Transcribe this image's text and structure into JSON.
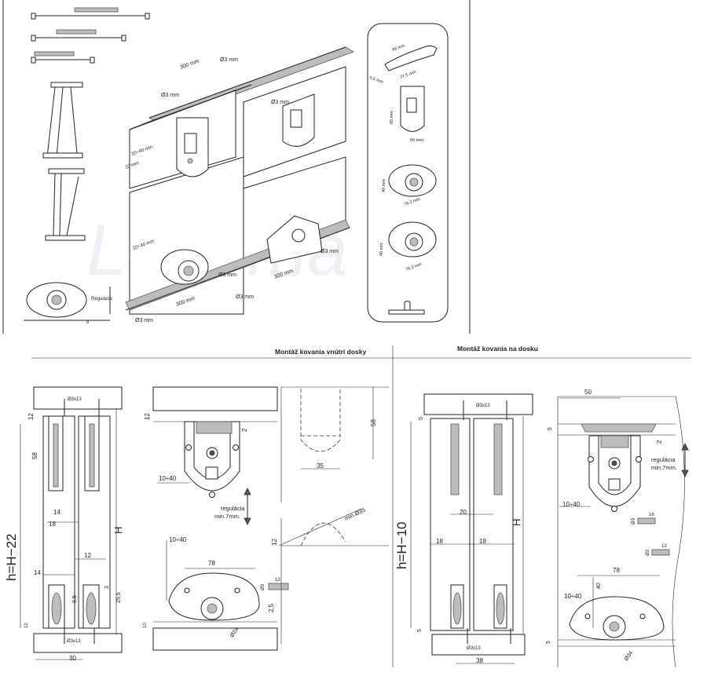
{
  "headings": {
    "inside": "Montáž kovania vnútri dosky",
    "onto": "Montáž kovania na dosku"
  },
  "watermark": "Lagoma",
  "top": {
    "dim_300_a": "300 mm",
    "dim_300_b": "300 mm",
    "dim_300_c": "300 mm",
    "dim_d3_a": "Ø3 mm",
    "dim_d3_b": "Ø3 mm",
    "dim_d3_c": "Ø3 mm",
    "dim_d3_d": "Ø3 mm",
    "dim_d3_e": "Ø3 mm",
    "dim_d3_f": "Ø3 mm",
    "dim_d3_g": "Ø3 mm",
    "dim_10_40_a": "10÷40 mm",
    "dim_10_40_b": "10÷40 mm",
    "dim_10mm": "10 mm",
    "regulacia": "Regulácia",
    "dim_8": "8"
  },
  "panel": {
    "d66": "66 mm",
    "d55": "5,5 mm",
    "d275": "27,5 mm",
    "d65": "65 mm",
    "d50": "50 mm",
    "d40a": "40 mm",
    "d783a": "78,3 mm",
    "d40b": "40 mm",
    "d783b": "78,3 mm"
  },
  "inside": {
    "screw_top": "Ø3x13",
    "screw_bottom": "Ø3x13",
    "d12": "12",
    "d58": "58",
    "d14a": "14",
    "d18": "18",
    "h_formula": "h=H−22",
    "H": "H",
    "d12b": "12",
    "d14b": "14",
    "d95": "9,5",
    "d3": "3",
    "d295": "29,5",
    "d10": "10",
    "d30": "30",
    "d12c": "12",
    "d2": "2",
    "d10_40a": "10÷40",
    "regulacia": "regulácia",
    "min7": "min.7mm.",
    "d10_40b": "10÷40",
    "d78": "78",
    "d13": "13",
    "d3s": "Ø3",
    "d25": "2,5",
    "d10b": "10",
    "d24": "Ø24",
    "d58b": "58",
    "d35": "35",
    "min35": "min.Ø35",
    "d12d": "12"
  },
  "onto": {
    "screw_top": "Ø3x13",
    "screw_bottom": "Ø3x13",
    "d5a": "5",
    "h_formula": "h=H−10",
    "H": "H",
    "d20": "20",
    "d18a": "18",
    "d18b": "18",
    "d5b": "5",
    "d38": "38",
    "d50": "50",
    "d5c": "5",
    "d2": "2",
    "regulacia": "regulácia",
    "min7": "min.7mm.",
    "d10_40a": "10÷40",
    "d16": "16",
    "d3s": "Ø3",
    "d13": "13",
    "d3s2": "Ø3",
    "d78": "78",
    "d40": "40",
    "d10_40b": "10÷40",
    "d5d": "5",
    "d34": "Ø34"
  }
}
